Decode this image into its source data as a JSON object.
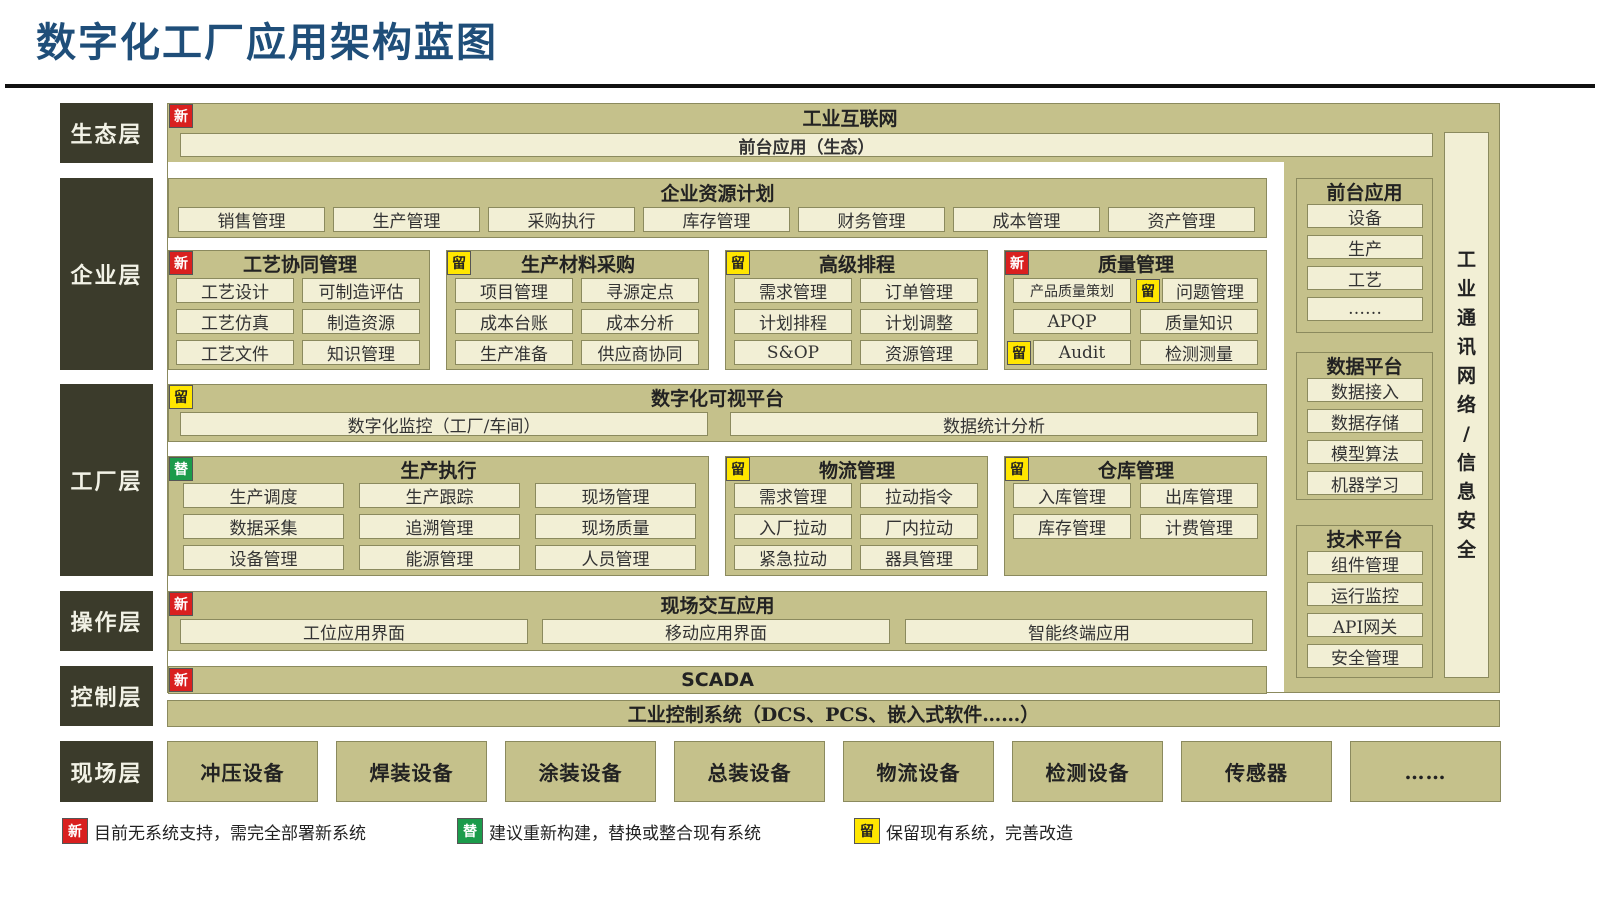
{
  "title": "数字化工厂应用架构蓝图",
  "layers": {
    "eco": "生态层",
    "enterprise": "企业层",
    "factory": "工厂层",
    "operation": "操作层",
    "control": "控制层",
    "field": "现场层"
  },
  "badges": {
    "new": "新",
    "replace": "替",
    "keep": "留"
  },
  "eco": {
    "title": "工业互联网",
    "front": "前台应用（生态）"
  },
  "erp": {
    "title": "企业资源计划",
    "items": [
      "销售管理",
      "生产管理",
      "采购执行",
      "库存管理",
      "财务管理",
      "成本管理",
      "资产管理"
    ]
  },
  "process": {
    "title": "工艺协同管理",
    "items": [
      "工艺设计",
      "可制造评估",
      "工艺仿真",
      "制造资源",
      "工艺文件",
      "知识管理"
    ]
  },
  "material": {
    "title": "生产材料采购",
    "items": [
      "项目管理",
      "寻源定点",
      "成本台账",
      "成本分析",
      "生产准备",
      "供应商协同"
    ]
  },
  "scheduling": {
    "title": "高级排程",
    "items": [
      "需求管理",
      "订单管理",
      "计划排程",
      "计划调整",
      "S&OP",
      "资源管理"
    ]
  },
  "quality": {
    "title": "质量管理",
    "items": [
      "产品质量策划",
      "问题管理",
      "APQP",
      "质量知识",
      "Audit",
      "检测测量"
    ]
  },
  "visual": {
    "title": "数字化可视平台",
    "items": [
      "数字化监控（工厂/车间）",
      "数据统计分析"
    ]
  },
  "mes": {
    "title": "生产执行",
    "items": [
      "生产调度",
      "生产跟踪",
      "现场管理",
      "数据采集",
      "追溯管理",
      "现场质量",
      "设备管理",
      "能源管理",
      "人员管理"
    ]
  },
  "logistics": {
    "title": "物流管理",
    "items": [
      "需求管理",
      "拉动指令",
      "入厂拉动",
      "厂内拉动",
      "紧急拉动",
      "器具管理"
    ]
  },
  "warehouse": {
    "title": "仓库管理",
    "items": [
      "入库管理",
      "出库管理",
      "库存管理",
      "计费管理"
    ]
  },
  "onsite": {
    "title": "现场交互应用",
    "items": [
      "工位应用界面",
      "移动应用界面",
      "智能终端应用"
    ]
  },
  "scada": {
    "title": "SCADA"
  },
  "ics": {
    "title": "工业控制系统（DCS、PCS、嵌入式软件……）"
  },
  "devices": [
    "冲压设备",
    "焊装设备",
    "涂装设备",
    "总装设备",
    "物流设备",
    "检测设备",
    "传感器",
    "……"
  ],
  "right": {
    "front": {
      "title": "前台应用",
      "items": [
        "设备",
        "生产",
        "工艺",
        "……"
      ]
    },
    "data": {
      "title": "数据平台",
      "items": [
        "数据接入",
        "数据存储",
        "模型算法",
        "机器学习"
      ]
    },
    "tech": {
      "title": "技术平台",
      "items": [
        "组件管理",
        "运行监控",
        "API网关",
        "安全管理"
      ]
    },
    "network": [
      "工",
      "业",
      "通",
      "讯",
      "网",
      "络",
      "/",
      "信",
      "息",
      "安",
      "全"
    ]
  },
  "legend": {
    "new": "目前无系统支持，需完全部署新系统",
    "replace": "建议重新构建，替换或整合现有系统",
    "keep": "保留现有系统，完善改造"
  }
}
